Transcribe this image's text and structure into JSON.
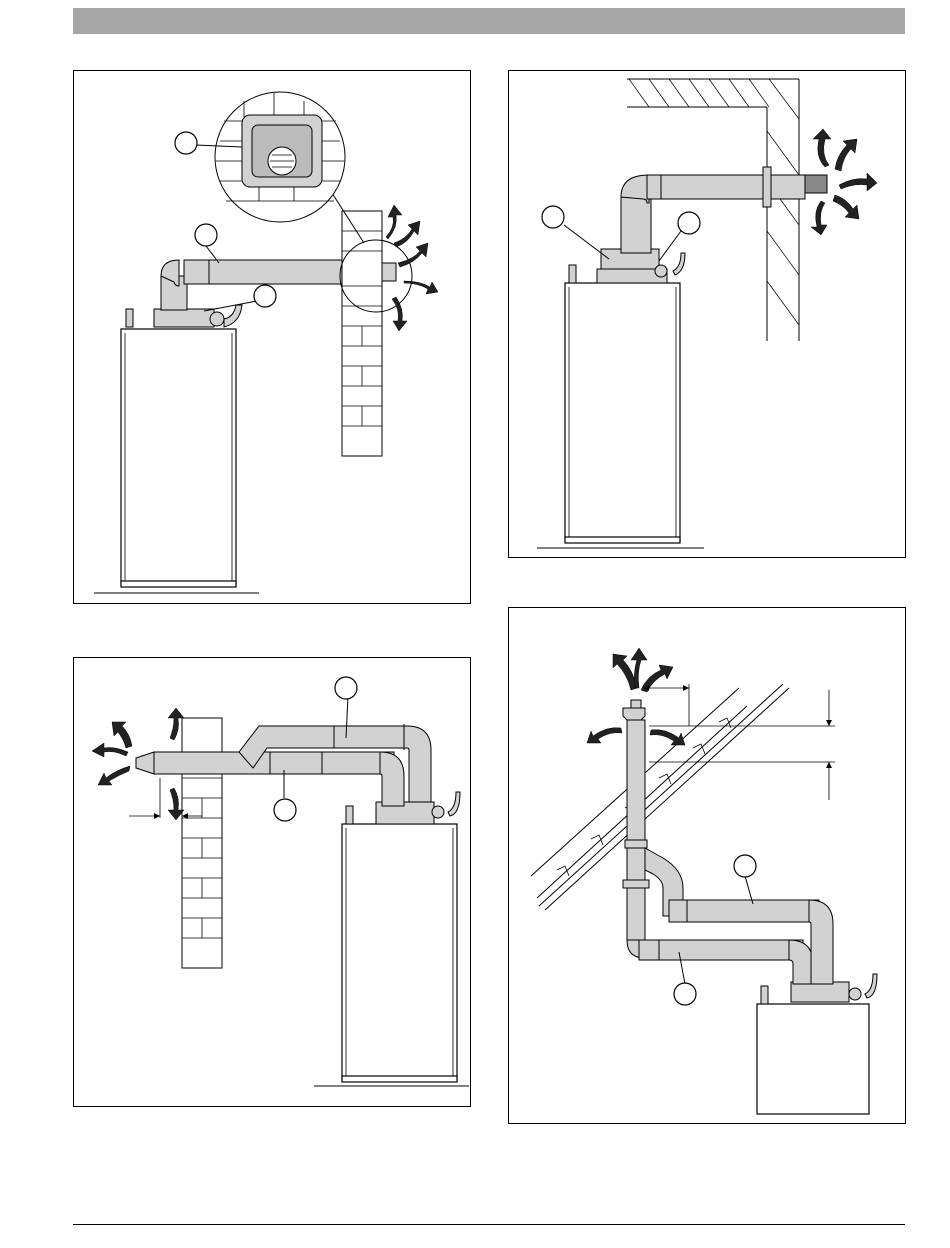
{
  "page": {
    "header_bar_color": "#a6a6a6",
    "pipe_color": "#d2d2d2",
    "arrow_color": "#222222"
  },
  "panels": [
    {
      "id": "horizontal-wall-terminal",
      "callouts": 3
    },
    {
      "id": "corner-wall-terminal",
      "callouts": 2
    },
    {
      "id": "split-wall-terminal",
      "callouts": 2
    },
    {
      "id": "roof-terminal",
      "callouts": 2
    }
  ]
}
